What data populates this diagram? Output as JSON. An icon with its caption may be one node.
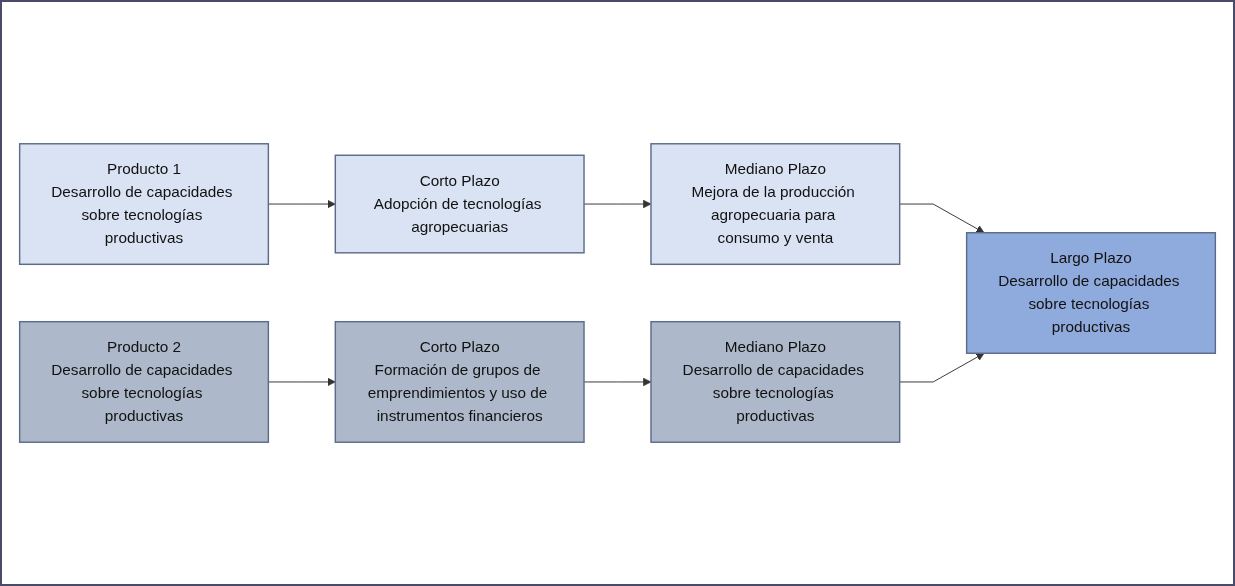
{
  "diagram": {
    "nodes": [
      {
        "text": [
          "Producto 1",
          "Desarrollo de capacidades sobre tecnologías productivas"
        ]
      },
      {
        "text": [
          "Corto Plazo",
          "Adopción de tecnologías agropecuarias"
        ]
      },
      {
        "text": [
          "Mediano Plazo",
          "Mejora de la producción agropecuaria para consumo y venta"
        ]
      },
      {
        "text": [
          "Largo Plazo",
          "Desarrollo de capacidades sobre tecnologías productivas"
        ]
      },
      {
        "text": [
          "Producto 2",
          "Desarrollo de capacidades sobre tecnologías productivas"
        ]
      },
      {
        "text": [
          "Corto Plazo",
          "Formación de grupos de emprendimientos y uso de instrumentos financieros"
        ]
      },
      {
        "text": [
          "Mediano Plazo",
          "Desarrollo de capacidades sobre tecnologías productivas"
        ]
      }
    ],
    "edges": [
      {
        "from": 0,
        "to": 1,
        "arrow": "to"
      },
      {
        "from": 1,
        "to": 2,
        "arrow": "to"
      },
      {
        "from": 2,
        "to": 3,
        "arrow": "to"
      },
      {
        "from": 4,
        "to": 5,
        "arrow": "to"
      },
      {
        "from": 5,
        "to": 6,
        "arrow": "to"
      },
      {
        "from": 6,
        "to": 3,
        "arrow": "to"
      }
    ]
  }
}
